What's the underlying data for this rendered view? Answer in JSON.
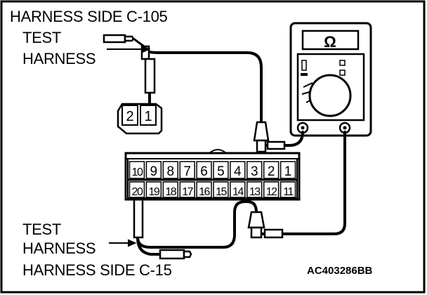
{
  "labels": {
    "top_harness_side": "HARNESS SIDE C-105",
    "top_test": "TEST",
    "top_harness": "HARNESS",
    "bottom_test": "TEST",
    "bottom_harness": "HARNESS",
    "bottom_harness_side": "HARNESS SIDE C-15",
    "figure_code": "AC403286BB"
  },
  "small_connector": {
    "pins": [
      "2",
      "1"
    ]
  },
  "large_connector": {
    "top_row": [
      "10",
      "9",
      "8",
      "7",
      "6",
      "5",
      "4",
      "3",
      "2",
      "1"
    ],
    "bottom_row": [
      "20",
      "19",
      "18",
      "17",
      "16",
      "15",
      "14",
      "13",
      "12",
      "11"
    ]
  },
  "meter": {
    "symbol": "Ω"
  },
  "icons": [
    "ohmmeter-icon",
    "test-probe-icon",
    "connector-icon"
  ]
}
